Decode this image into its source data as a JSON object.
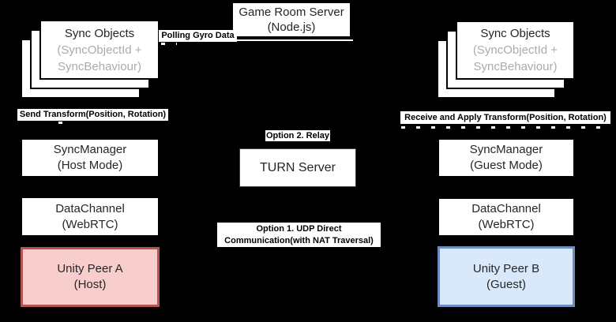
{
  "colors": {
    "background": "#000000",
    "node_fill": "#ffffff",
    "node_stroke": "#000000",
    "host_fill": "#f8cecc",
    "host_stroke": "#b85450",
    "guest_fill": "#dae8fc",
    "guest_stroke": "#6c8ebf",
    "subtitle_gray": "#ababab"
  },
  "nodes": {
    "game_room_server": {
      "line1": "Game Room Server",
      "line2": "(Node.js)"
    },
    "sync_objects": {
      "title": "Sync Objects",
      "sub1": "(SyncObjectId +",
      "sub2": "SyncBehaviour)"
    },
    "turn_server": {
      "title": "TURN Server"
    },
    "host": {
      "sync_manager": {
        "line1": "SyncManager",
        "line2": "(Host Mode)"
      },
      "data_channel": {
        "line1": "DataChannel",
        "line2": "(WebRTC)"
      },
      "peer": {
        "line1": "Unity Peer A",
        "line2": "(Host)"
      }
    },
    "guest": {
      "sync_manager": {
        "line1": "SyncManager",
        "line2": "(Guest Mode)"
      },
      "data_channel": {
        "line1": "DataChannel",
        "line2": "(WebRTC)"
      },
      "peer": {
        "line1": "Unity Peer B",
        "line2": "(Guest)"
      }
    }
  },
  "edge_labels": {
    "polling": "Polling Gyro Data",
    "send_transform": "Send Transform(Position, Rotation)",
    "receive_apply": "Receive and Apply Transform(Position, Rotation)",
    "option2": "Option 2. Relay",
    "option1_line1": "Option 1. UDP Direct",
    "option1_line2": "Communication(with NAT Traversal)"
  }
}
